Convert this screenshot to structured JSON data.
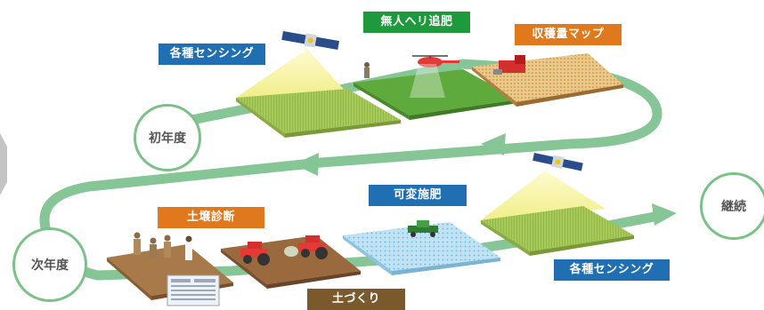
{
  "labels": {
    "sensing_1": "各種センシング",
    "drone_fertilize": "無人ヘリ追肥",
    "yield_map": "収穫量マップ",
    "soil_diagnosis": "土壌診断",
    "variable_fertilize": "可変施肥",
    "sensing_2": "各種センシング",
    "soil_making": "土づくり"
  },
  "stages": {
    "first_year": "初年度",
    "next_year": "次年度",
    "continue": "継続"
  },
  "colors": {
    "label_blue": "#1f6fb2",
    "label_green": "#1e9a3c",
    "label_orange": "#e0781e",
    "label_brown": "#7a5a2c",
    "flow_arrow": "#86c595",
    "circle_border": "#7cc18a"
  },
  "icons": [
    "satellite-icon",
    "helicopter-icon",
    "harvester-icon",
    "tractor-icon",
    "transplanter-icon",
    "farmer-icon"
  ]
}
